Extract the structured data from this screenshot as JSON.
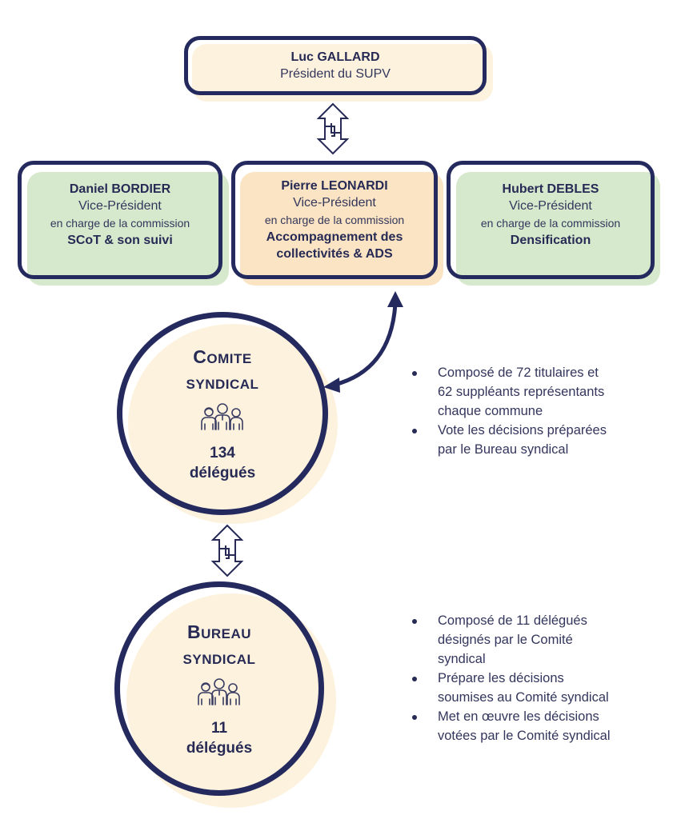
{
  "colors": {
    "navy": "#252a5e",
    "cream": "#fdf2de",
    "peach": "#fbe4c3",
    "green": "#d7e9cd"
  },
  "president": {
    "name": "Luc GALLARD",
    "role": "Président du SUPV"
  },
  "vice_presidents": [
    {
      "name": "Daniel BORDIER",
      "role": "Vice-Président",
      "commission_label": "en charge de la commission",
      "commission": "SCoT & son suivi"
    },
    {
      "name": "Pierre LEONARDI",
      "role": "Vice-Président",
      "commission_label": "en charge de la commission",
      "commission_line1": "Accompagnement des",
      "commission_line2": "collectivités & ADS"
    },
    {
      "name": "Hubert DEBLES",
      "role": "Vice-Président",
      "commission_label": "en charge de la commission",
      "commission": "Densification"
    }
  ],
  "comite": {
    "title_cap": "C",
    "title_rest": "OMITE",
    "title_line2": "SYNDICAL",
    "icon": "people-group-icon",
    "count": "134",
    "count_label": "délégués",
    "bullets": [
      [
        "Composé de 72 titulaires et",
        "62 suppléants représentants",
        "chaque commune"
      ],
      [
        "Vote les décisions préparées",
        "par le Bureau syndical"
      ]
    ]
  },
  "bureau": {
    "title_cap": "B",
    "title_rest": "UREAU",
    "title_line2": "SYNDICAL",
    "icon": "people-group-icon",
    "count": "11",
    "count_label": "délégués",
    "bullets": [
      [
        "Composé de 11 délégués",
        "désignés par le Comité",
        "syndical"
      ],
      [
        "Prépare les décisions",
        "soumises au Comité syndical"
      ],
      [
        "Met en œuvre les décisions",
        "votées par le Comité syndical"
      ]
    ]
  }
}
